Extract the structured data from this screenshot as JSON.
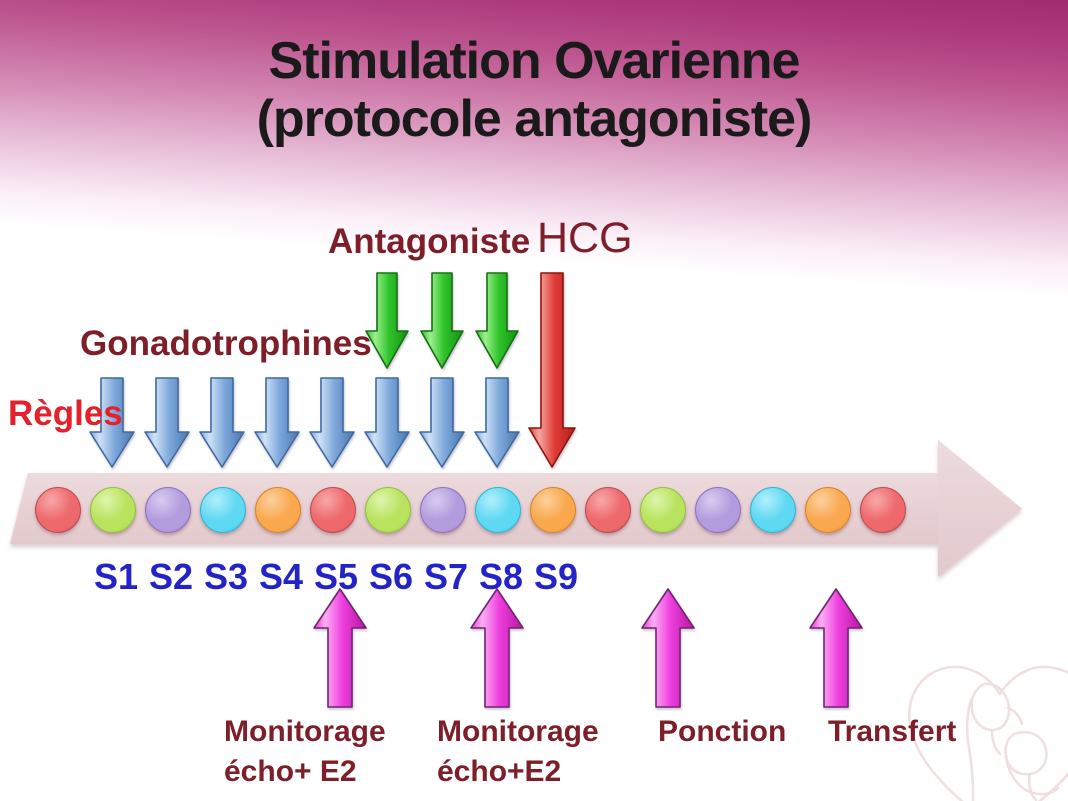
{
  "title": {
    "line1": "Stimulation Ovarienne",
    "line2": "(protocole antagoniste)"
  },
  "annotations": {
    "gonadotrophines": "Gonadotrophines",
    "antagoniste": "Antagoniste",
    "hcg": "HCG",
    "regles": "Règles"
  },
  "timeline": {
    "day_labels": [
      "S1",
      "S2",
      "S3",
      "S4",
      "S5",
      "S6",
      "S7",
      "S8",
      "S9"
    ],
    "dot_sequence": [
      "red",
      "green",
      "purple",
      "cyan",
      "orange",
      "red",
      "green",
      "purple",
      "cyan",
      "orange",
      "red",
      "green",
      "purple",
      "cyan",
      "orange",
      "red"
    ],
    "dot_palette": {
      "red": {
        "fill": "#ed696c",
        "light": "#f8a8a8",
        "edge": "#bf4a4e"
      },
      "green": {
        "fill": "#b9e35f",
        "light": "#def5ab",
        "edge": "#8fc33e"
      },
      "purple": {
        "fill": "#b39cdd",
        "light": "#d8cbf0",
        "edge": "#8f72c0"
      },
      "cyan": {
        "fill": "#5fd8f2",
        "light": "#b2effb",
        "edge": "#2fb4d8"
      },
      "orange": {
        "fill": "#f9a84e",
        "light": "#fcd09c",
        "edge": "#d8842a"
      }
    },
    "band_color": "#e7d0d3"
  },
  "arrows": {
    "blue": {
      "count": 8,
      "main": "#7fa9dc",
      "light": "#cfe2f5",
      "dark": "#4b77ad",
      "edge": "#3f69a2"
    },
    "green": {
      "count": 3,
      "main": "#2fc32a",
      "light": "#9bf08c",
      "dark": "#169114",
      "edge": "#176f15"
    },
    "red": {
      "count": 1,
      "main": "#e23c38",
      "light": "#f5a79f",
      "dark": "#b02018",
      "edge": "#8a150c"
    },
    "magenta": {
      "count": 4,
      "main": "#ee3dde",
      "light": "#fcaef2",
      "dark": "#b518a0",
      "edge": "#6f256f"
    }
  },
  "events": [
    {
      "line1": "Monitorage",
      "line2": "écho+ E2"
    },
    {
      "line1": "Monitorage",
      "line2": "écho+E2"
    },
    {
      "line1": "Ponction",
      "line2": ""
    },
    {
      "line1": "Transfert",
      "line2": ""
    }
  ],
  "watermark": {
    "motif": "mother-baby-heart"
  },
  "colors": {
    "title_text": "#1a1a1a",
    "maroon_text": "#7d1e28",
    "red_text": "#e4202a",
    "blue_text": "#2323c8",
    "bg_top": "#a22c70"
  }
}
